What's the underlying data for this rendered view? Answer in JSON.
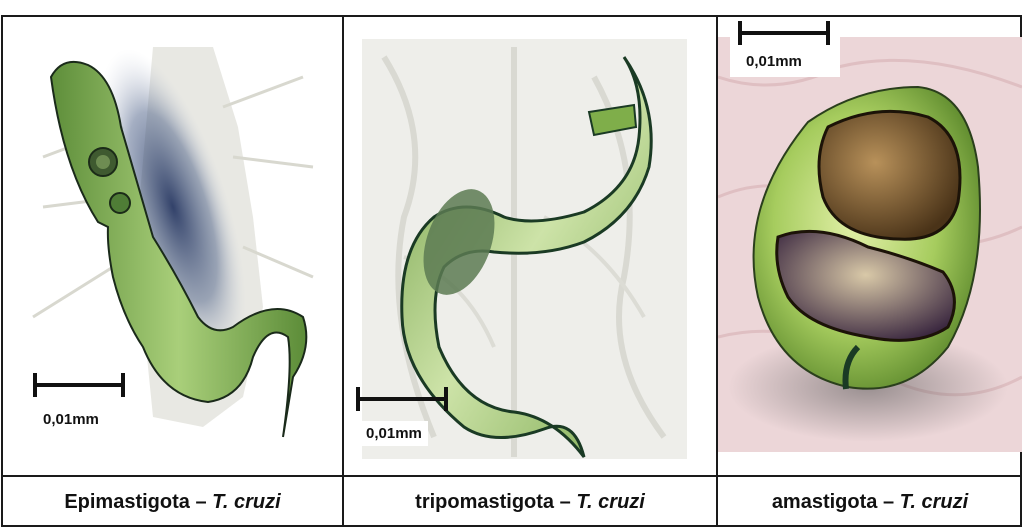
{
  "panels": [
    {
      "scale_label": "0,01mm",
      "caption_name": "Epimastigota",
      "caption_dash": " – ",
      "caption_species": "T. cruzi"
    },
    {
      "scale_label": "0,01mm",
      "caption_name": "tripomastigota",
      "caption_dash": " – ",
      "caption_species": "T. cruzi"
    },
    {
      "scale_label": "0,01mm",
      "caption_name": "amastigota",
      "caption_dash": " – ",
      "caption_species": "T. cruzi"
    }
  ],
  "colors": {
    "cell_green": "#7fae4a",
    "dark_outline": "#1f3d2a",
    "stain_blue": "#2e3f6b",
    "nucleus_brown": "#8a6a3a",
    "tissue_pink": "#ecd6d6"
  }
}
